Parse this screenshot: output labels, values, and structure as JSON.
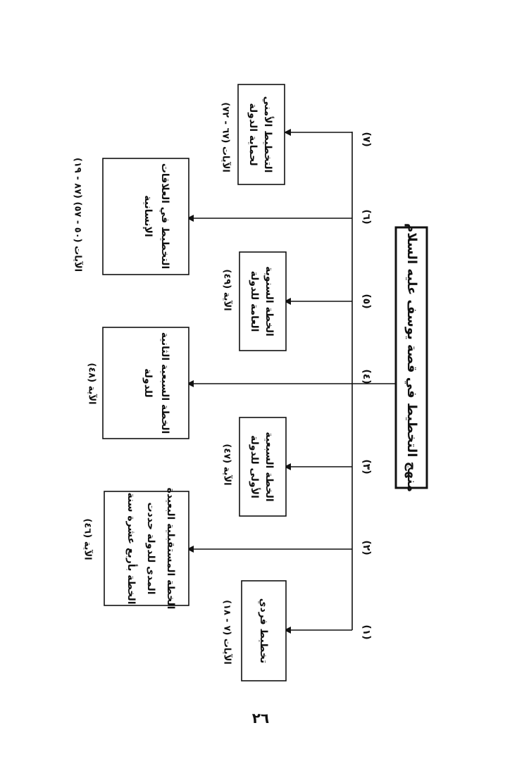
{
  "title": "منهج التخطيط في قصة يوسف عليه السلام",
  "plans": [
    {
      "num": "(١)",
      "lines": [
        "تخطيط فردي"
      ],
      "verses": "الآيات (٧ - ١٨)"
    },
    {
      "num": "(٢)",
      "lines": [
        "الخطة المستقبلية البعيدة",
        "المدى للدولة حددت",
        "الخطة بأربع عشرة سنة"
      ],
      "verses": "الآية (٤٦)"
    },
    {
      "num": "(٣)",
      "lines": [
        "الخطة السبعية",
        "الأولى للدولة"
      ],
      "verses": "الآية (٤٧)"
    },
    {
      "num": "(٤)",
      "lines": [
        "الخطة السبعية الثانية",
        "للدولة"
      ],
      "verses": "الآية (٤٨)"
    },
    {
      "num": "(٥)",
      "lines": [
        "الخطة السنوية",
        "العامة للدولة"
      ],
      "verses": "الآية (٤٩)"
    },
    {
      "num": "(٦)",
      "lines": [
        "التخطيط في العلاقات",
        "الإنسانية"
      ],
      "verses": "الآيات (٥٠ - ٥٧) (٨٧ - ١٩)"
    },
    {
      "num": "(٧)",
      "lines": [
        "التخطيط الأمني",
        "لحماية الدولة"
      ],
      "verses": "الآيات (٦٧ - ٧٢)"
    }
  ],
  "page_number": "٢٦"
}
